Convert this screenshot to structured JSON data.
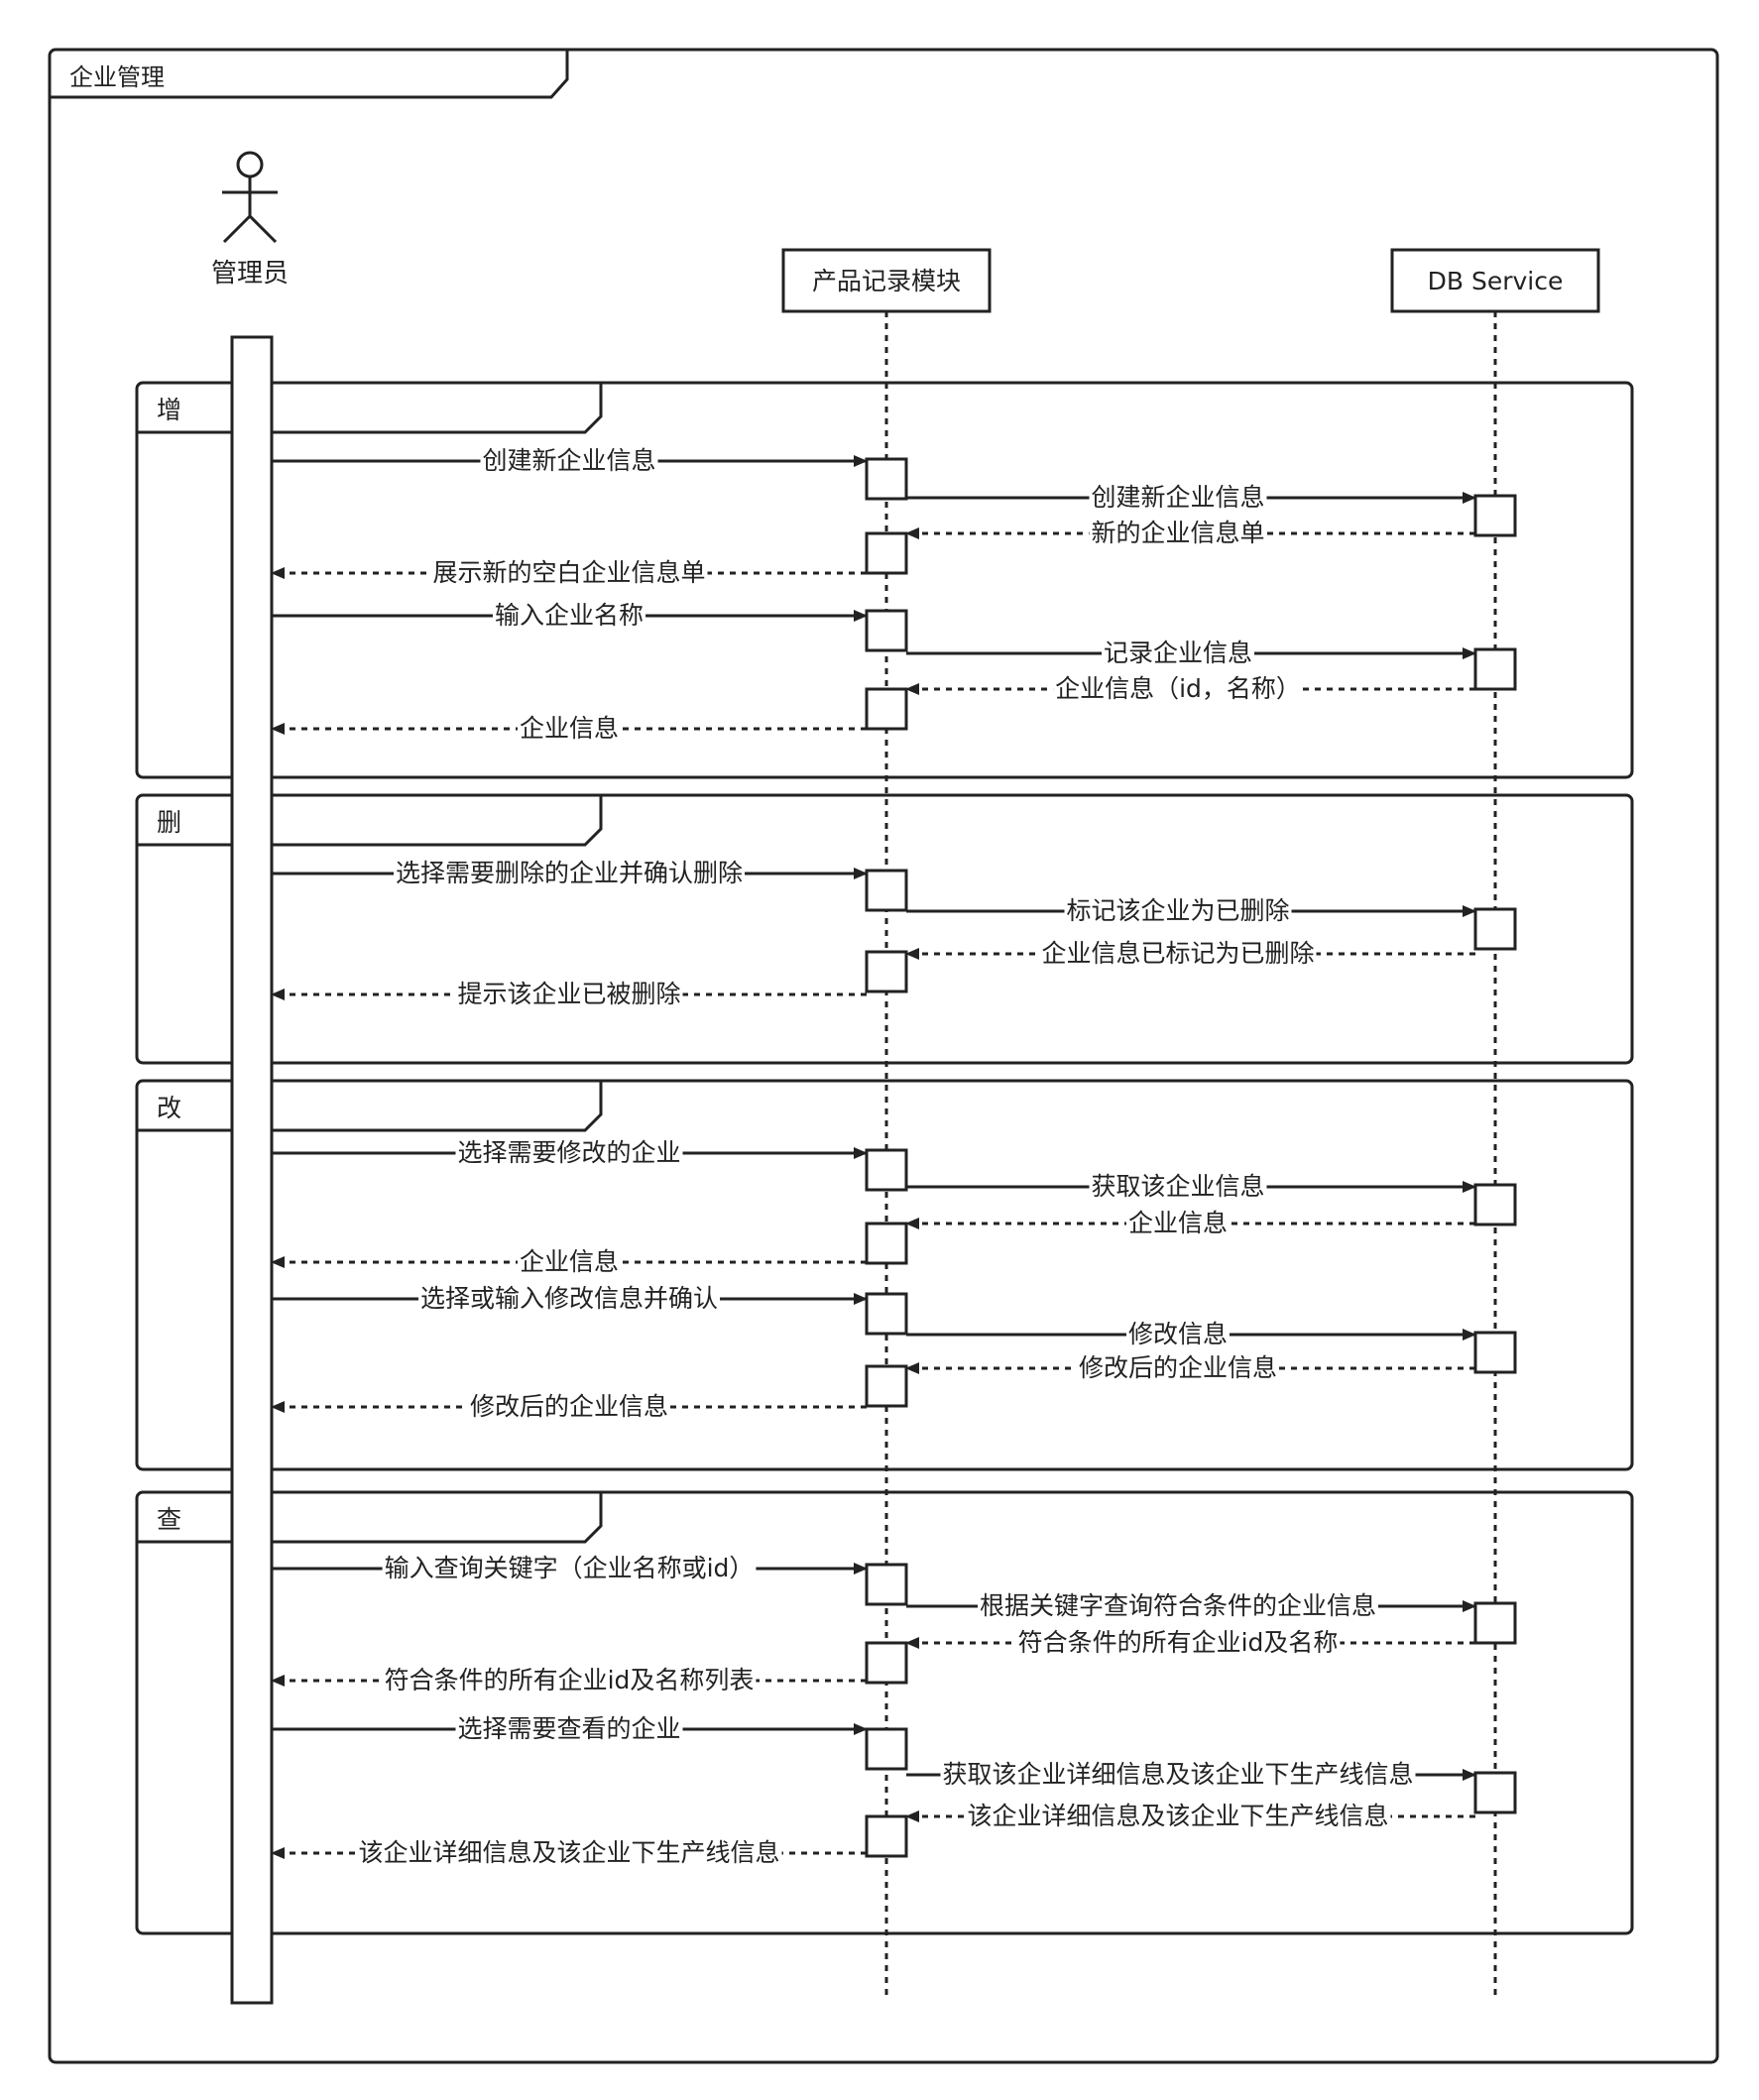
{
  "frame": {
    "title": "企业管理"
  },
  "actor": {
    "name": "管理员"
  },
  "participants": {
    "module": "产品记录模块",
    "db": "DB Service"
  },
  "fragments": [
    {
      "label": "增",
      "messages": [
        {
          "from": "actor",
          "to": "module",
          "type": "sync",
          "text": "创建新企业信息"
        },
        {
          "from": "module",
          "to": "db",
          "type": "sync",
          "text": "创建新企业信息"
        },
        {
          "from": "db",
          "to": "module",
          "type": "return",
          "text": "新的企业信息单"
        },
        {
          "from": "module",
          "to": "actor",
          "type": "return",
          "text": "展示新的空白企业信息单"
        },
        {
          "from": "actor",
          "to": "module",
          "type": "sync",
          "text": "输入企业名称"
        },
        {
          "from": "module",
          "to": "db",
          "type": "sync",
          "text": "记录企业信息"
        },
        {
          "from": "db",
          "to": "module",
          "type": "return",
          "text": "企业信息（id，名称）"
        },
        {
          "from": "module",
          "to": "actor",
          "type": "return",
          "text": "企业信息"
        }
      ]
    },
    {
      "label": "删",
      "messages": [
        {
          "from": "actor",
          "to": "module",
          "type": "sync",
          "text": "选择需要删除的企业并确认删除"
        },
        {
          "from": "module",
          "to": "db",
          "type": "sync",
          "text": "标记该企业为已删除"
        },
        {
          "from": "db",
          "to": "module",
          "type": "return",
          "text": "企业信息已标记为已删除"
        },
        {
          "from": "module",
          "to": "actor",
          "type": "return",
          "text": "提示该企业已被删除"
        }
      ]
    },
    {
      "label": "改",
      "messages": [
        {
          "from": "actor",
          "to": "module",
          "type": "sync",
          "text": "选择需要修改的企业"
        },
        {
          "from": "module",
          "to": "db",
          "type": "sync",
          "text": "获取该企业信息"
        },
        {
          "from": "db",
          "to": "module",
          "type": "return",
          "text": "企业信息"
        },
        {
          "from": "module",
          "to": "actor",
          "type": "return",
          "text": "企业信息"
        },
        {
          "from": "actor",
          "to": "module",
          "type": "sync",
          "text": "选择或输入修改信息并确认"
        },
        {
          "from": "module",
          "to": "db",
          "type": "sync",
          "text": "修改信息"
        },
        {
          "from": "db",
          "to": "module",
          "type": "return",
          "text": "修改后的企业信息"
        },
        {
          "from": "module",
          "to": "actor",
          "type": "return",
          "text": "修改后的企业信息"
        }
      ]
    },
    {
      "label": "查",
      "messages": [
        {
          "from": "actor",
          "to": "module",
          "type": "sync",
          "text": "输入查询关键字（企业名称或id）"
        },
        {
          "from": "module",
          "to": "db",
          "type": "sync",
          "text": "根据关键字查询符合条件的企业信息"
        },
        {
          "from": "db",
          "to": "module",
          "type": "return",
          "text": "符合条件的所有企业id及名称"
        },
        {
          "from": "module",
          "to": "actor",
          "type": "return",
          "text": "符合条件的所有企业id及名称列表"
        },
        {
          "from": "actor",
          "to": "module",
          "type": "sync",
          "text": "选择需要查看的企业"
        },
        {
          "from": "module",
          "to": "db",
          "type": "sync",
          "text": "获取该企业详细信息及该企业下生产线信息"
        },
        {
          "from": "db",
          "to": "module",
          "type": "return",
          "text": "该企业详细信息及该企业下生产线信息"
        },
        {
          "from": "module",
          "to": "actor",
          "type": "return",
          "text": "该企业详细信息及该企业下生产线信息"
        }
      ]
    }
  ]
}
